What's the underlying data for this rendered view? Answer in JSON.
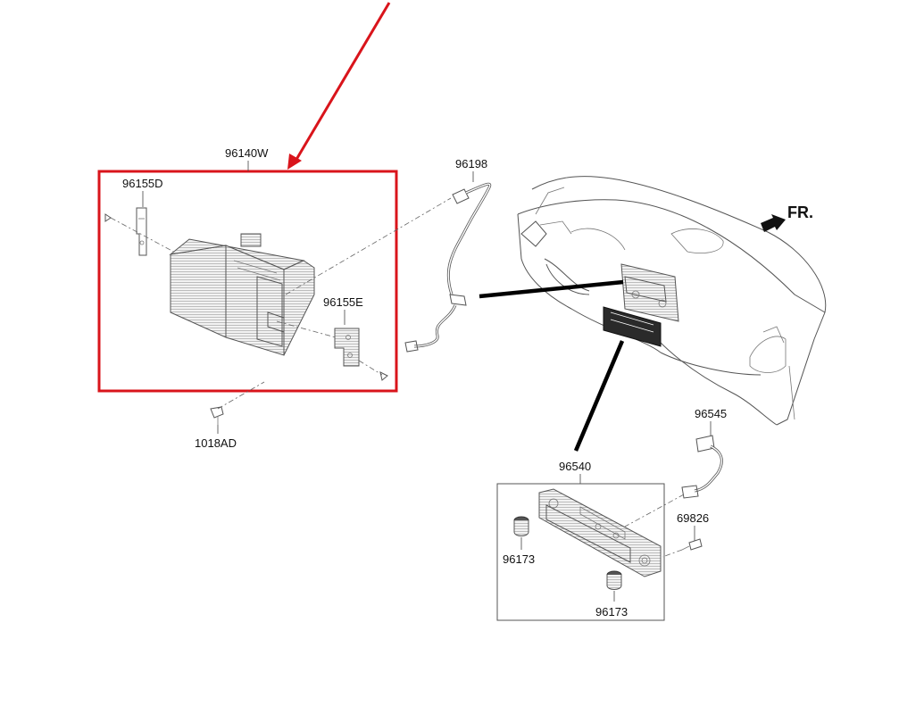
{
  "labels": {
    "head_unit": "96140W",
    "bracket_left": "96155D",
    "bracket_right": "96155E",
    "antenna_cable": "96198",
    "screw": "1018AD",
    "fr": "FR.",
    "control_panel": "96540",
    "control_cable": "96545",
    "screw_small": "69826",
    "knob_left": "96173",
    "knob_right": "96173"
  },
  "colors": {
    "highlight_frame": "#d9141b",
    "arrow": "#d9141b",
    "line_art": "#555555",
    "leader_heavy": "#000000"
  },
  "icons": {
    "front_direction": "fr-arrow-icon"
  }
}
